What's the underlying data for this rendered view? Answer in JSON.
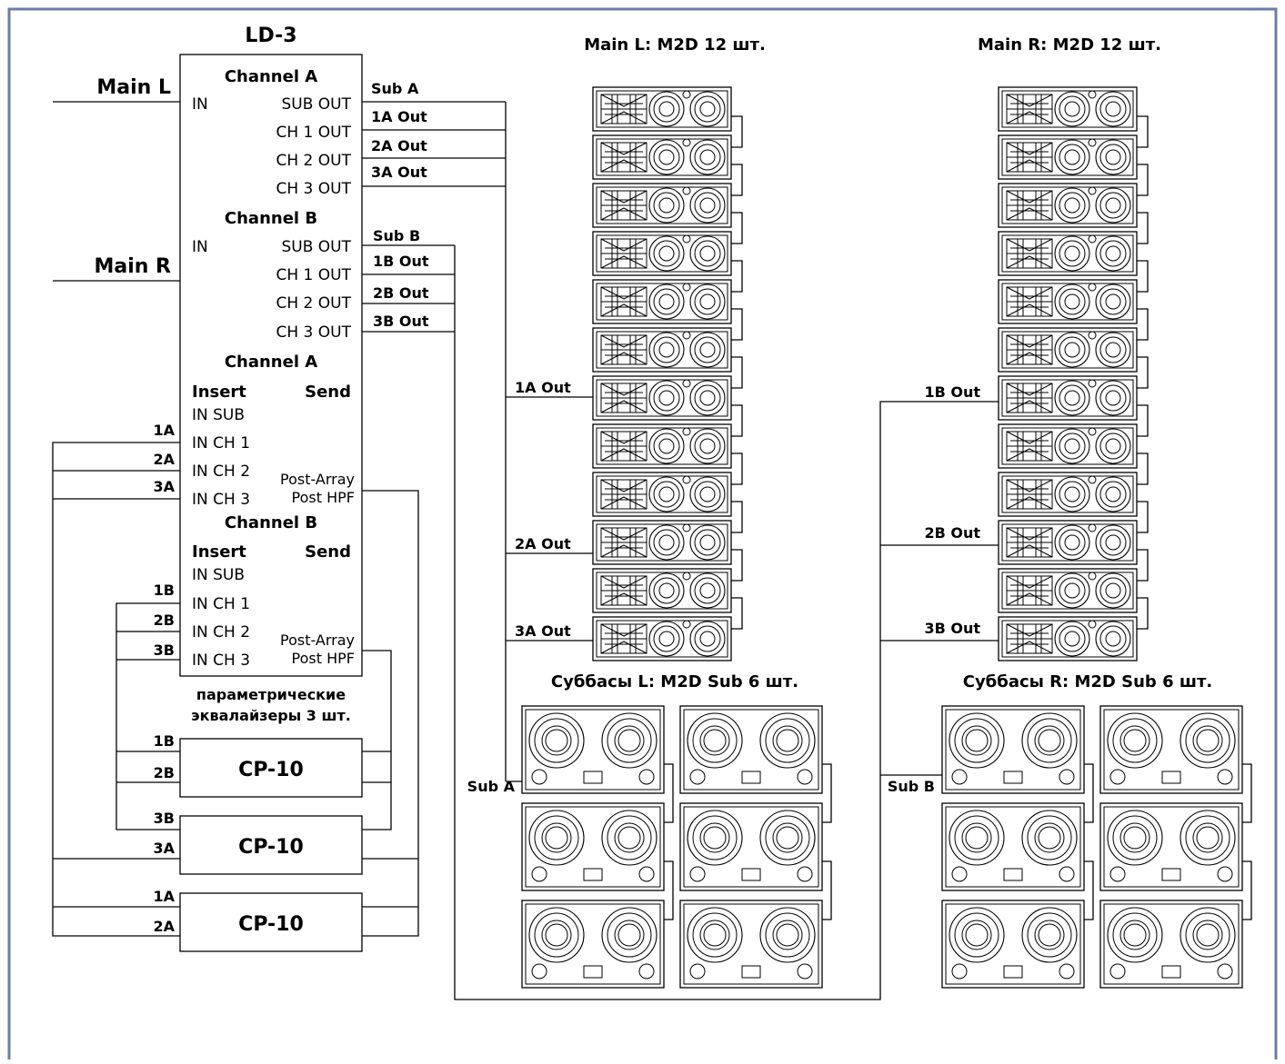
{
  "colors": {
    "frame": "#6c7ca8",
    "line": "#000000",
    "background": "#ffffff"
  },
  "ld3": {
    "title": "LD-3",
    "channel_a": "Channel A",
    "channel_b": "Channel B",
    "in": "IN",
    "outs": [
      "SUB OUT",
      "CH 1 OUT",
      "CH 2 OUT",
      "CH 3 OUT"
    ],
    "insert": "Insert",
    "send": "Send",
    "insert_ins": [
      "IN SUB",
      "IN CH 1",
      "IN CH 2",
      "IN CH 3"
    ],
    "post_array": "Post-Array",
    "post_hpf": "Post HPF"
  },
  "inputs": {
    "main_l": "Main L",
    "main_r": "Main R"
  },
  "out_labels_a": [
    "Sub A",
    "1A Out",
    "2A Out",
    "3A Out"
  ],
  "out_labels_b": [
    "Sub B",
    "1B Out",
    "2B Out",
    "3B Out"
  ],
  "insert_labels_a": [
    "1A",
    "2A",
    "3A"
  ],
  "insert_labels_b": [
    "1B",
    "2B",
    "3B"
  ],
  "eq": {
    "caption_line1": "параметрические",
    "caption_line2": "эквалайзеры 3 шт.",
    "name": "CP-10",
    "units": [
      {
        "in1": "1B",
        "in2": "2B"
      },
      {
        "in1": "3B",
        "in2": "3A"
      },
      {
        "in1": "1A",
        "in2": "2A"
      }
    ]
  },
  "arrays": {
    "main_l_title": "Main L: M2D 12 шт.",
    "main_r_title": "Main R: M2D 12 шт.",
    "count": 12,
    "left_taps": [
      "1A Out",
      "2A Out",
      "3A Out"
    ],
    "right_taps": [
      "1B Out",
      "2B Out",
      "3B Out"
    ]
  },
  "subs": {
    "left_title": "Суббасы L: M2D Sub 6 шт.",
    "right_title": "Суббасы R: M2D Sub 6 шт.",
    "left_label": "Sub A",
    "right_label": "Sub B",
    "count": 6
  }
}
